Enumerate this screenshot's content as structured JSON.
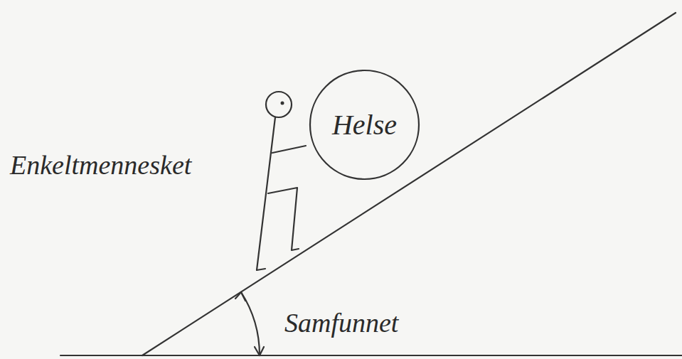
{
  "diagram": {
    "nodes": [
      {
        "text": [
          "Helse"
        ]
      }
    ],
    "labels": [
      "Enkeltmennesket",
      "Samfunnet"
    ]
  }
}
